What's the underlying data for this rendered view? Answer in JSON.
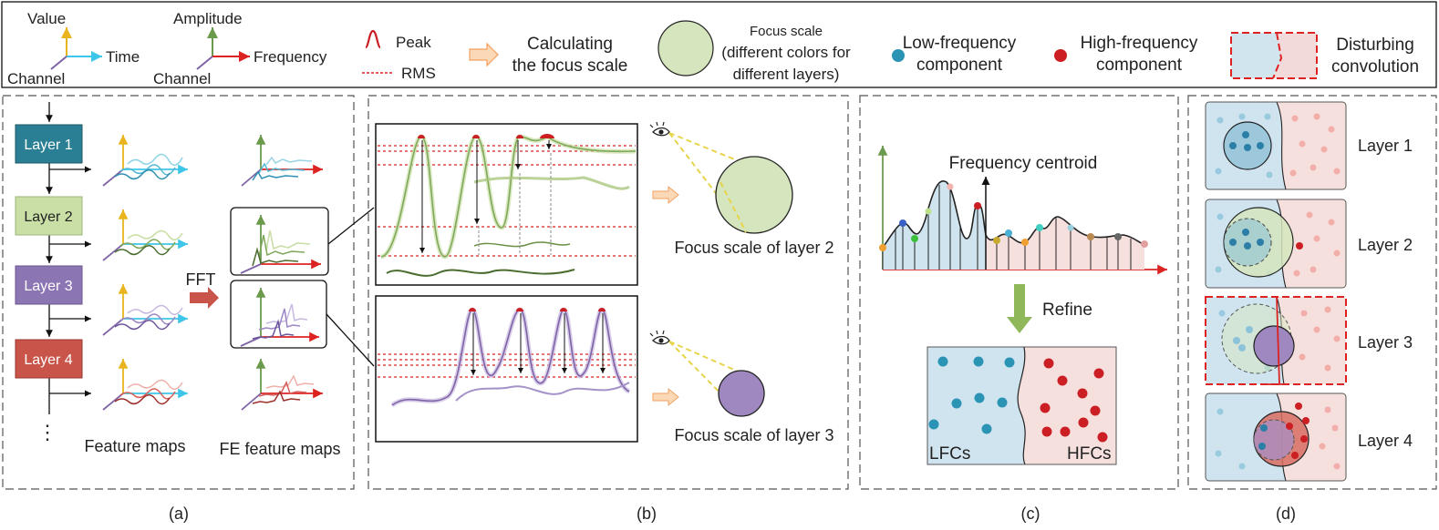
{
  "legend": {
    "axes1": {
      "value": "Value",
      "time": "Time",
      "channel": "Channel"
    },
    "axes2": {
      "amplitude": "Amplitude",
      "frequency": "Frequency",
      "channel": "Channel"
    },
    "peak": "Peak",
    "rms": "RMS",
    "calc_line1": "Calculating",
    "calc_line2": "the focus scale",
    "focus_line1": "Focus scale",
    "focus_line2": "(different colors for",
    "focus_line3": "different layers)",
    "low_line1": "Low-frequency",
    "low_line2": "component",
    "high_line1": "High-frequency",
    "high_line2": "component",
    "disturb_line1": "Disturbing",
    "disturb_line2": "convolution"
  },
  "panel_a": {
    "layers": [
      "Layer 1",
      "Layer 2",
      "Layer 3",
      "Layer 4"
    ],
    "ellipsis": "⋮",
    "fft": "FFT",
    "feature_maps": "Feature maps",
    "fe_feature_maps": "FE feature maps",
    "caption": "(a)"
  },
  "panel_b": {
    "focus_layer2": "Focus scale of layer 2",
    "focus_layer3": "Focus scale of layer 3",
    "caption": "(b)"
  },
  "panel_c": {
    "centroid": "Frequency centroid",
    "refine": "Refine",
    "lfcs": "LFCs",
    "hfcs": "HFCs",
    "caption": "(c)"
  },
  "panel_d": {
    "layers": [
      "Layer 1",
      "Layer 2",
      "Layer 3",
      "Layer 4"
    ],
    "caption": "(d)"
  },
  "colors": {
    "layer1": "#2a7f94",
    "layer2": "#c9dfa6",
    "layer3": "#8c75b3",
    "layer4": "#c9544a",
    "low_freq": "#2b94b5",
    "high_freq": "#cc1f24",
    "focus_fill": "#d5e5bd",
    "lfc_bg": "#cfe4ef",
    "hfc_bg": "#f6e0de"
  }
}
